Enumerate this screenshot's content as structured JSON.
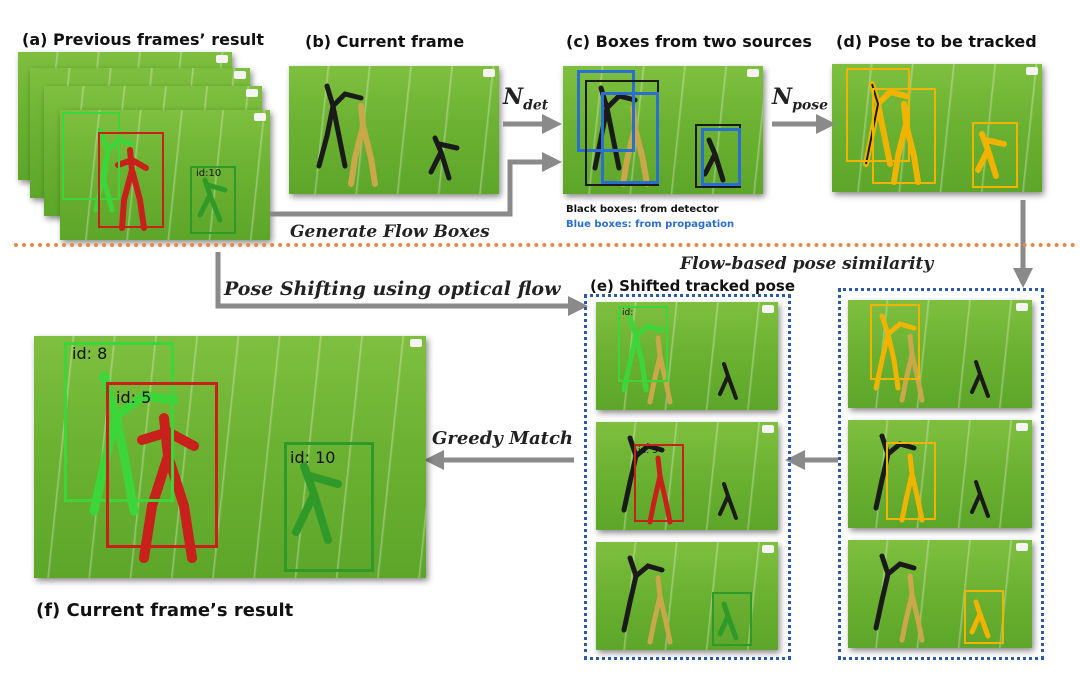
{
  "labels": {
    "a": "(a) Previous frames’ result",
    "b": "(b) Current frame",
    "c": "(c) Boxes from two sources",
    "d": "(d) Pose  to be tracked",
    "e": "(e) Shifted tracked pose",
    "f": "(f) Current frame’s result"
  },
  "arrows": {
    "n_det_main": "N",
    "n_det_sub": "det",
    "n_pose_main": "N",
    "n_pose_sub": "pose",
    "flow_boxes": "Generate Flow Boxes",
    "pose_shifting": "Pose Shifting using optical flow",
    "pose_similarity": "Flow-based pose similarity",
    "greedy_match": "Greedy Match"
  },
  "notes": {
    "black_boxes": "Black boxes: from detector",
    "blue_boxes": "Blue boxes: from propagation"
  },
  "ids": {
    "id8": "id: 8",
    "id5": "id: 5",
    "id10": "id: 10",
    "id_small": "id:",
    "id_small_5": "id: 5",
    "id_small_10": "id:10"
  },
  "colors": {
    "green": "#3dd63a",
    "red": "#c8201b",
    "dark_green": "#2f9a2a",
    "yellow": "#f0b400",
    "blue": "#2a6fd0",
    "black": "#1a1a1a",
    "divider": "#e8874a"
  }
}
